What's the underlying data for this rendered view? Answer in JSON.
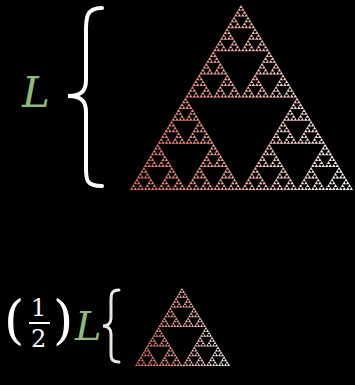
{
  "diagram": {
    "labels": [
      "L",
      "(",
      "1",
      "2",
      ")",
      "L"
    ]
  }
}
